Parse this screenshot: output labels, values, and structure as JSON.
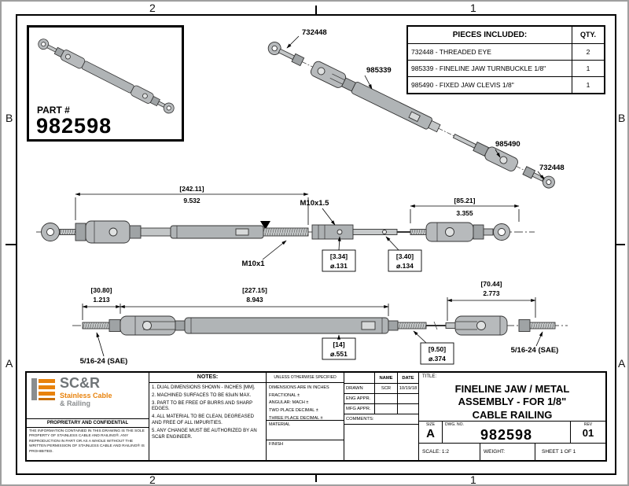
{
  "zones": {
    "top_left": "2",
    "top_right": "1",
    "bottom_left": "2",
    "bottom_right": "1",
    "left_top": "B",
    "left_bottom": "A",
    "right_top": "B",
    "right_bottom": "A"
  },
  "part_box": {
    "label": "PART #",
    "number": "982598"
  },
  "pieces": {
    "header_desc": "PIECES INCLUDED:",
    "header_qty": "QTY.",
    "rows": [
      {
        "desc": "732448 - THREADED EYE",
        "qty": "2"
      },
      {
        "desc": "985339 - FINELINE JAW TURNBUCKLE 1/8\"",
        "qty": "1"
      },
      {
        "desc": "985490 - FIXED JAW CLEVIS 1/8\"",
        "qty": "1"
      }
    ]
  },
  "exploded": {
    "labels": [
      "732448",
      "985339",
      "985490",
      "732448"
    ]
  },
  "view1": {
    "overall_mm": "[242.11]",
    "overall_in": "9.532",
    "thread_right": "M10x1.5",
    "thread_left": "M10x1",
    "right_mm": "[85.21]",
    "right_in": "3.355",
    "hole1_mm": "[3.34]",
    "hole1_in": "⌀.131",
    "hole2_mm": "[3.40]",
    "hole2_in": "⌀.134"
  },
  "view2": {
    "stud_mm": "[30.80]",
    "stud_in": "1.213",
    "body_mm": "[227.15]",
    "body_in": "8.943",
    "right_mm": "[70.44]",
    "right_in": "2.773",
    "dia_mm": "[14]",
    "dia_in": "⌀.551",
    "rod_mm": "[9.50]",
    "rod_in": "⌀.374",
    "sae_left": "5/16-24 (SAE)",
    "sae_right": "5/16-24 (SAE)"
  },
  "logo": {
    "brand": "SC&R",
    "tagline1": "Stainless Cable",
    "tagline2": "& Railing",
    "confidential": "PROPRIETARY AND CONFIDENTIAL",
    "legal": "THE INFORMATION CONTAINED IN THIS DRAWING IS THE SOLE PROPERTY OF STAINLESS CABLE AND RAILING®. ANY REPRODUCTION IN PART OR AS A WHOLE WITHOUT THE WRITTEN PERMISSION OF STAINLESS CABLE AND RAILING® IS PROHIBITED.",
    "orange": "#E8820C",
    "gray": "#8A8D8F"
  },
  "notes": {
    "header": "NOTES:",
    "subheader": "UNLESS OTHERWISE SPECIFIED",
    "items": [
      "1. DUAL DIMENSIONS SHOWN - INCHES [MM].",
      "2. MACHINED SURFACES TO BE 63uIN MAX.",
      "3. PART TO BE FREE OF BURRS AND SHARP EDGES.",
      "4. ALL MATERIAL TO BE CLEAN, DEGREASED AND FREE OF ALL IMPURITIES.",
      "5. ANY CHANGE MUST BE AUTHORIZED BY AN SC&R ENGINEER."
    ]
  },
  "tolerances": {
    "lines": [
      "DIMENSIONS ARE IN INCHES",
      "FRACTIONAL ±",
      "ANGULAR: MACH ±",
      "TWO PLACE DECIMAL ±",
      "THREE PLACE DECIMAL ±"
    ]
  },
  "approvals": {
    "name_header": "NAME",
    "date_header": "DATE",
    "rows": [
      {
        "role": "DRAWN",
        "name": "SCR",
        "date": "10/19/18"
      },
      {
        "role": "ENG APPR.",
        "name": "",
        "date": ""
      },
      {
        "role": "MFG APPR.",
        "name": "",
        "date": ""
      },
      {
        "role": "COMMENTS:",
        "name": "",
        "date": ""
      }
    ]
  },
  "material_label": "MATERIAL",
  "finish_label": "FINISH",
  "title": {
    "label": "TITLE:",
    "lines": [
      "FINELINE JAW / METAL",
      "ASSEMBLY - FOR 1/8\"",
      "CABLE RAILING"
    ],
    "size_label": "SIZE",
    "size": "A",
    "dwg_label": "DWG.  NO.",
    "dwg": "982598",
    "rev_label": "REV",
    "rev": "01",
    "scale": "SCALE: 1:2",
    "weight": "WEIGHT:",
    "sheet": "SHEET 1 OF 1"
  }
}
